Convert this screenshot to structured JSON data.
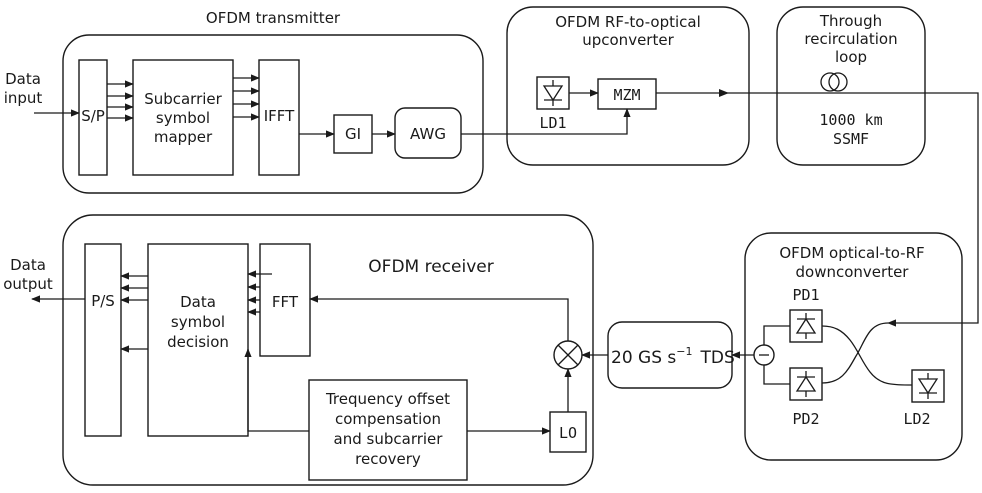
{
  "diagram": {
    "transmitter": {
      "title": "OFDM transmitter",
      "sp": "S/P",
      "mapper": [
        "Subcarrier",
        "symbol",
        "mapper"
      ],
      "ifft": "IFFT",
      "gi": "GI",
      "awg": "AWG"
    },
    "input": [
      "Data",
      "input"
    ],
    "upconverter": {
      "title": [
        "OFDM RF-to-optical",
        "upconverter"
      ],
      "mzm": "MZM",
      "ld1": "LD1"
    },
    "loop": {
      "title": [
        "Through",
        "recirculation",
        "loop"
      ],
      "length": [
        "1000 km",
        "SSMF"
      ]
    },
    "downconverter": {
      "title": [
        "OFDM optical-to-RF",
        "downconverter"
      ],
      "pd1": "PD1",
      "pd2": "PD2",
      "ld2": "LD2"
    },
    "tds": {
      "rate": "20 GS s",
      "exp": "−1",
      "name": "TDS"
    },
    "receiver": {
      "title": "OFDM receiver",
      "ps": "P/S",
      "decision": [
        "Data",
        "symbol",
        "decision"
      ],
      "fft": "FFT",
      "freq": [
        "Trequency offset",
        "compensation",
        "and subcarrier",
        "recovery"
      ],
      "lo": "LO"
    },
    "output": [
      "Data",
      "output"
    ]
  }
}
